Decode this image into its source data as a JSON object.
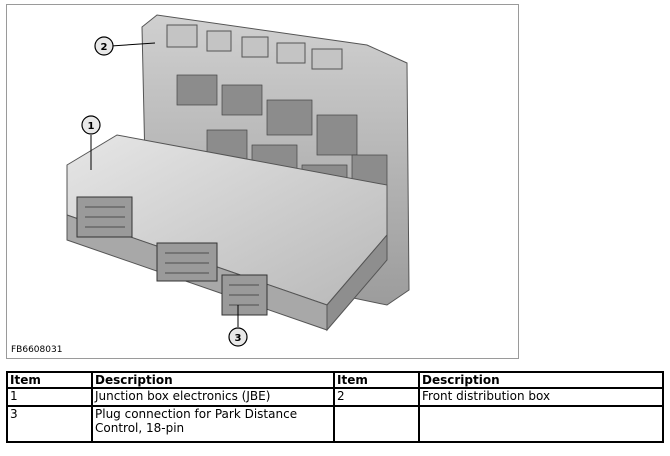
{
  "figure": {
    "id_label": "FB6608031",
    "callouts": [
      "1",
      "2",
      "3"
    ]
  },
  "table": {
    "headers": [
      "Item",
      "Description",
      "Item",
      "Description"
    ],
    "rows": [
      [
        "1",
        "Junction box electronics (JBE)",
        "2",
        "Front distribution box"
      ],
      [
        "3",
        "Plug connection for Park Distance Control, 18-pin",
        "",
        ""
      ]
    ]
  }
}
